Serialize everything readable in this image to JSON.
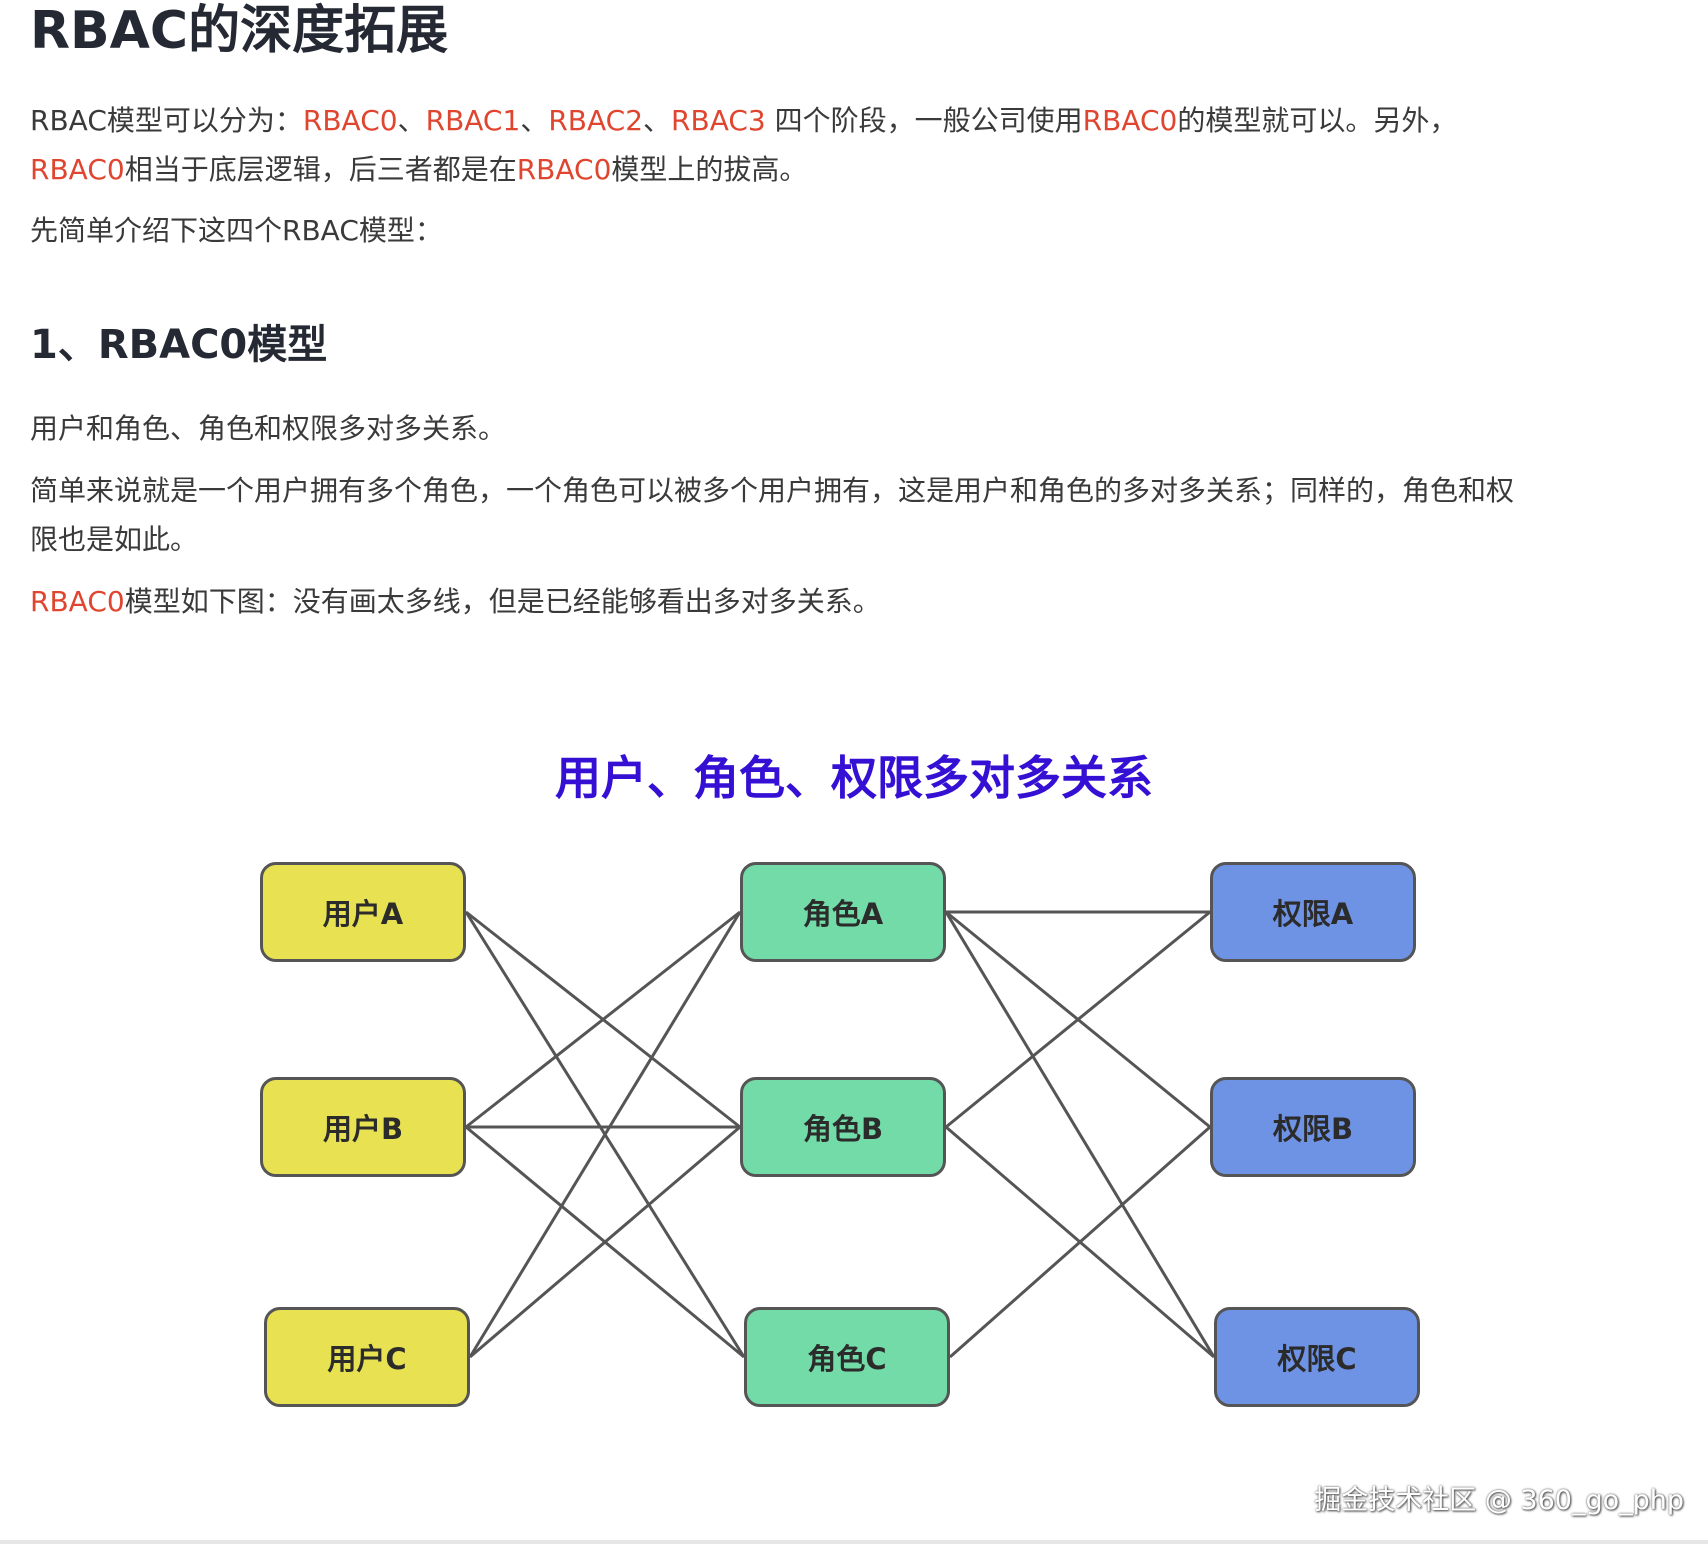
{
  "heading": "RBAC的深度拓展",
  "intro": {
    "segments": [
      {
        "text": "RBAC模型可以分为：",
        "hl": false
      },
      {
        "text": "RBAC0",
        "hl": true
      },
      {
        "text": "、",
        "hl": false
      },
      {
        "text": "RBAC1",
        "hl": true
      },
      {
        "text": "、",
        "hl": false
      },
      {
        "text": "RBAC2",
        "hl": true
      },
      {
        "text": "、",
        "hl": false
      },
      {
        "text": "RBAC3",
        "hl": true
      },
      {
        "text": " 四个阶段，一般公司使用",
        "hl": false
      },
      {
        "text": "RBAC0",
        "hl": true
      },
      {
        "text": "的模型就可以。另外，",
        "hl": false
      }
    ],
    "segments2": [
      {
        "text": "RBAC0",
        "hl": true
      },
      {
        "text": "相当于底层逻辑，后三者都是在",
        "hl": false
      },
      {
        "text": "RBAC0",
        "hl": true
      },
      {
        "text": "模型上的拔高。",
        "hl": false
      }
    ]
  },
  "intro2": "先简单介绍下这四个RBAC模型：",
  "section_title": "1、RBAC0模型",
  "para1": "用户和角色、角色和权限多对多关系。",
  "para2_line1": "简单来说就是一个用户拥有多个角色，一个角色可以被多个用户拥有，这是用户和角色的多对多关系；同样的，角色和权",
  "para2_line2": "限也是如此。",
  "para3": {
    "hl": "RBAC0",
    "rest": "模型如下图：没有画太多线，但是已经能够看出多对多关系。"
  },
  "diagram": {
    "title": "用户、角色、权限多对多关系",
    "users": [
      "用户A",
      "用户B",
      "用户C"
    ],
    "roles": [
      "角色A",
      "角色B",
      "角色C"
    ],
    "permissions": [
      "权限A",
      "权限B",
      "权限C"
    ],
    "colors": {
      "user": "#e8e152",
      "role": "#72dba8",
      "permission": "#6f93e4",
      "line": "#555555",
      "title": "#3510d4"
    }
  },
  "watermark": "掘金技术社区 @ 360_go_php"
}
